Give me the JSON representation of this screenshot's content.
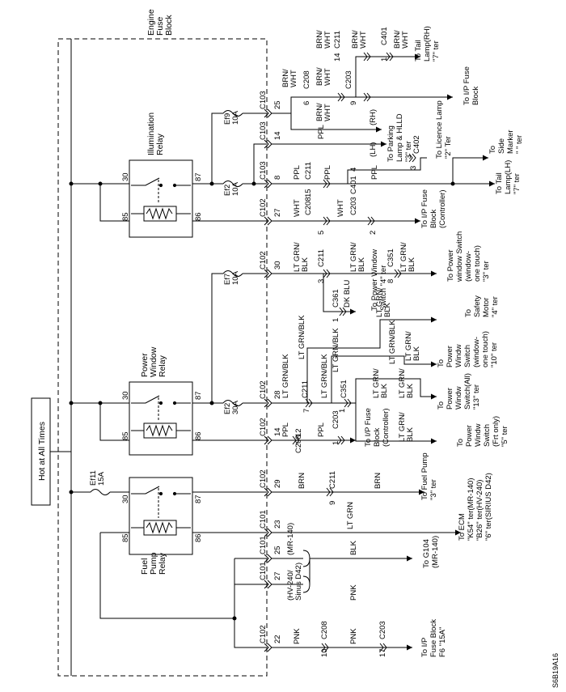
{
  "diagram": {
    "source_code": "S6B19A16",
    "hot_label": "Hot at All Times",
    "engine_block_label": [
      "Engine",
      "Fuse",
      "Block"
    ],
    "relays": {
      "illumination": [
        "Illumination",
        "Relay"
      ],
      "power_window": [
        "Power",
        "Window",
        "Relay"
      ],
      "fuel_pump": [
        "Fuel",
        "Pump",
        "Relay"
      ]
    },
    "relay_pins": {
      "p30": "30",
      "p85": "85",
      "p87": "87",
      "p86": "86"
    },
    "fuses": {
      "ef9": [
        "Ef9",
        "10A"
      ],
      "ef2": [
        "Ef2",
        "10A"
      ],
      "ef7": [
        "Ef7",
        "10A"
      ],
      "ef2b": [
        "Ef2",
        "30A"
      ],
      "ef11": [
        "Ef11",
        "15A"
      ]
    },
    "wires": {
      "brn_wht": [
        "BRN/",
        "WHT"
      ],
      "ppl": "PPL",
      "wht": "WHT",
      "lt_grn_blk": [
        "LT GRN/",
        "BLK"
      ],
      "lt_grn_blk_1": "LT GRN/BLK",
      "dk_blu": "DK BLU",
      "brn": "BRN",
      "lt_grn": "LT GRN",
      "blk": "BLK",
      "pnk": "PNK"
    },
    "connectors": {
      "c101": "C101",
      "c102": "C102",
      "c103": "C103",
      "c203": "C203",
      "c208": "C208",
      "c211": "C211",
      "c351": "C351",
      "c361": "C361",
      "c401": "C401",
      "c402": "C402"
    },
    "pins": {
      "n1": "1",
      "n2": "2",
      "n3": "3",
      "n4": "4",
      "n5": "5",
      "n6": "6",
      "n7": "7",
      "n8": "8",
      "n9": "9",
      "n10": "10",
      "n12": "12",
      "n14": "14",
      "n15": "15",
      "n17": "17",
      "n22": "22",
      "n23": "23",
      "n25": "25",
      "n27": "27",
      "n28": "28",
      "n29": "29",
      "n30": "30"
    },
    "variants": {
      "mr140": "(MR-140)",
      "hv240": [
        "(HV-240/",
        "Sinus D42)"
      ]
    },
    "destinations": {
      "tail_rh": [
        "To Tail",
        "Lamp(RH)",
        "\"7\" ter"
      ],
      "ip_fuse_block": [
        "To I/P Fuse",
        "Block"
      ],
      "rh_tag": "(RH)",
      "lh_tag": "(LH)",
      "parking_hlld": [
        "To Parking",
        "Lamp & HLLD",
        "\"3\" ter"
      ],
      "licence_lamp": [
        "To Licence Lamp",
        "\"2\" Ter"
      ],
      "side_marker": [
        "To",
        "Side",
        "Marker",
        "\" \" ter"
      ],
      "tail_lh": [
        "To Tail",
        "Lamp(LH)",
        "\"7\" ter"
      ],
      "ip_fuse_controller": [
        "To I/P Fuse",
        "Block",
        "(Controller)"
      ],
      "pw_switch_one_touch": [
        "To Power",
        "window Switch",
        "(window-",
        "one touch)",
        "\"3\" ter"
      ],
      "pw_switch_4": [
        "To Power Window",
        "Switch \"4\" ter"
      ],
      "safety_motor": [
        "To",
        "Safety",
        "Motor",
        "\"4\" ter"
      ],
      "pw_switch_10": [
        "To",
        "Power",
        "Windw",
        "Switch",
        "(window-",
        "one touch)",
        "\"10\" ter"
      ],
      "pw_switch_13": [
        "To",
        "Power",
        "Windw",
        "Switch(All)",
        "\"13\" ter"
      ],
      "pw_switch_5": [
        "To",
        "Power",
        "Windw",
        "Switch",
        "(Frt only)",
        "\"5\" ter"
      ],
      "ip_fuse_controller_2": [
        "To I/P Fuse",
        "Block",
        "(Controller)"
      ],
      "fuel_pump": [
        "To Fuel Pump",
        "\"3\" ter"
      ],
      "ecm": [
        "To ECM",
        "\"K54\" ter(MR-140)",
        "\"B26\" ter(HV-240)",
        "\"6\" ter(SIRIUS D42)"
      ],
      "g104": [
        "To G104",
        "(MR-140)"
      ],
      "ip_fuse_f6": [
        "To I/P",
        "Fuse Block",
        "F6 \"15A\""
      ]
    }
  }
}
